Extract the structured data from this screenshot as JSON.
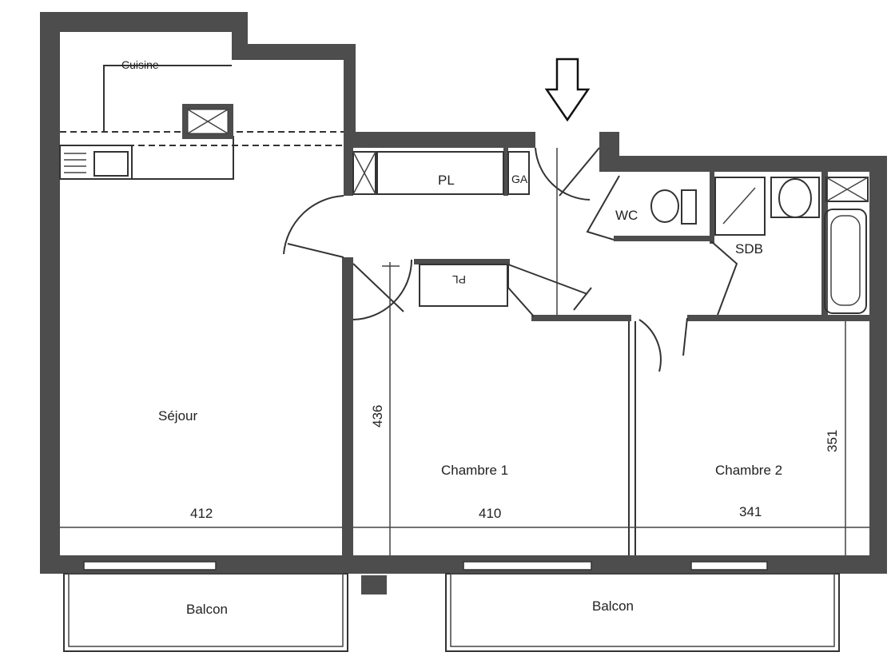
{
  "plan": {
    "entrance_arrow": "down-arrow-icon",
    "rooms": {
      "cuisine": "Cuisine",
      "placard_hall": "PL",
      "gaine": "GA",
      "wc": "WC",
      "sdb": "SDB",
      "placard_chambre": "PL",
      "sejour": "Séjour",
      "chambre1": "Chambre 1",
      "chambre2": "Chambre 2",
      "balcon_left": "Balcon",
      "balcon_right": "Balcon"
    },
    "dimensions": {
      "sejour_width": "412",
      "chambre1_width": "410",
      "chambre2_width": "341",
      "chambre1_depth": "436",
      "chambre2_depth": "351"
    },
    "colors": {
      "wall": "#4d4d4d",
      "line": "#333333"
    }
  }
}
